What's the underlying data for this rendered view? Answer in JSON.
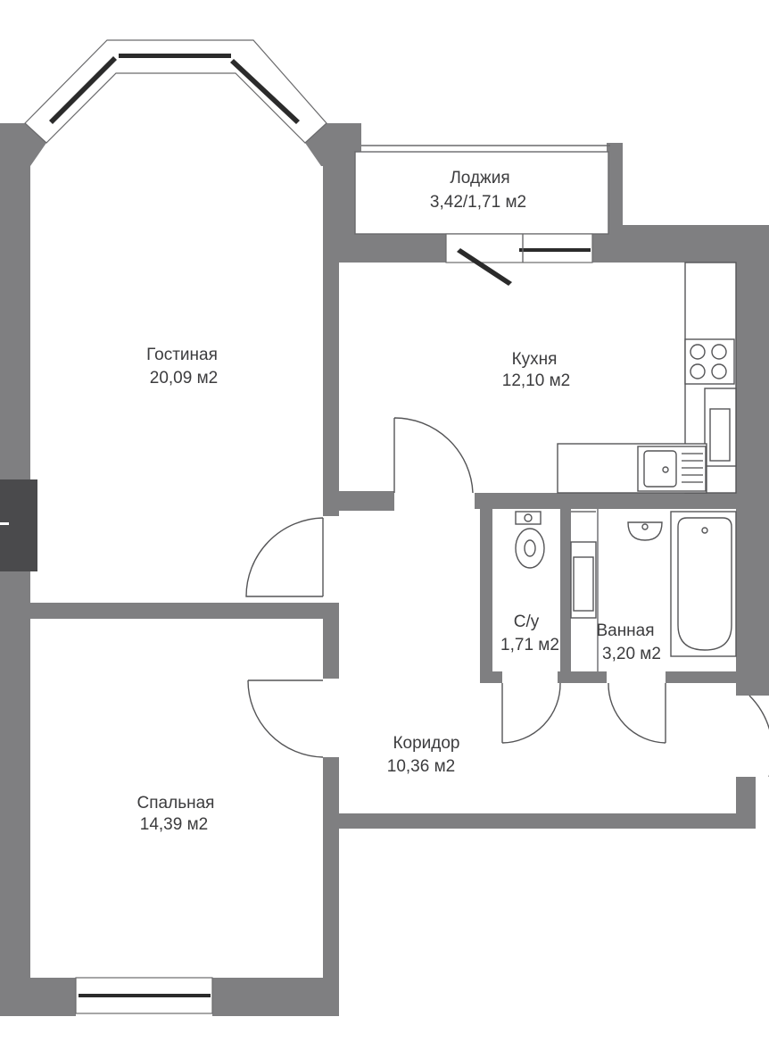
{
  "plan": {
    "rooms": [
      {
        "id": "loggia",
        "name": "Лоджия",
        "area": "3,42/1,71 м2"
      },
      {
        "id": "living",
        "name": "Гостиная",
        "area": "20,09 м2"
      },
      {
        "id": "kitchen",
        "name": "Кухня",
        "area": "12,10 м2"
      },
      {
        "id": "wc",
        "name": "С/у",
        "area": "1,71 м2"
      },
      {
        "id": "bath",
        "name": "Ванная",
        "area": "3,20 м2"
      },
      {
        "id": "corridor",
        "name": "Коридор",
        "area": "10,36 м2"
      },
      {
        "id": "bedroom",
        "name": "Спальная",
        "area": "14,39 м2"
      }
    ]
  },
  "colors": {
    "wall": "#7f7f81",
    "text": "#3c3c3e",
    "side_tab": "#4a4a4c"
  }
}
